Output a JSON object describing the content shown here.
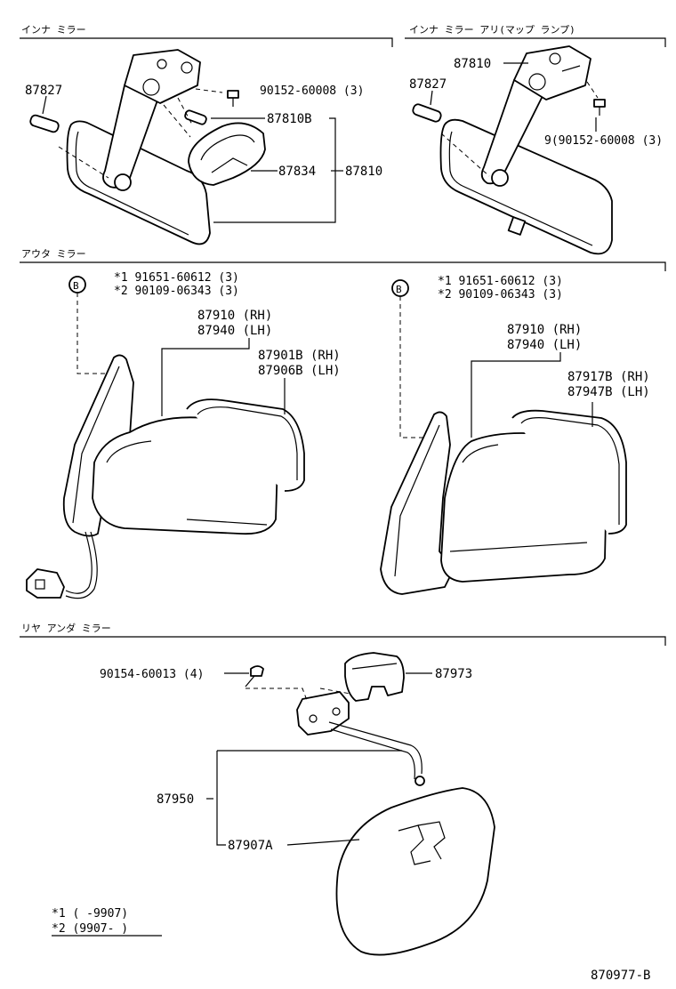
{
  "sections": {
    "inner_mirror": "インナ ミラー",
    "inner_mirror_lamp": "インナ ミラー アリ(マップ ランプ)",
    "outer_mirror": "アウタ ミラー",
    "rear_under_mirror": "リヤ アンダ ミラー"
  },
  "inner_left": {
    "p87827": "87827",
    "screw": "90152-60008 (3)",
    "p87810B": "87810B",
    "p87834": "87834",
    "p87810": "87810"
  },
  "inner_right": {
    "p87810": "87810",
    "p87827": "87827",
    "screw": "9(90152-60008 (3)"
  },
  "outer_left": {
    "b_circle": "B",
    "note1": "*1 91651-60612 (3)",
    "note2": "*2 90109-06343 (3)",
    "p87910": "87910 (RH)",
    "p87940": "87940 (LH)",
    "p87901B": "87901B (RH)",
    "p87906B": "87906B (LH)"
  },
  "outer_right": {
    "b_circle": "B",
    "note1": "*1 91651-60612 (3)",
    "note2": "*2 90109-06343 (3)",
    "p87910": "87910 (RH)",
    "p87940": "87940 (LH)",
    "p87917B": "87917B (RH)",
    "p87947B": "87947B (LH)"
  },
  "rear_under": {
    "screw": "90154-60013 (4)",
    "p87973": "87973",
    "p87950": "87950",
    "p87907A": "87907A"
  },
  "footnotes": {
    "f1": "*1 (    -9907)",
    "f2": "*2 (9907-      )"
  },
  "diagram_code": "870977-B"
}
